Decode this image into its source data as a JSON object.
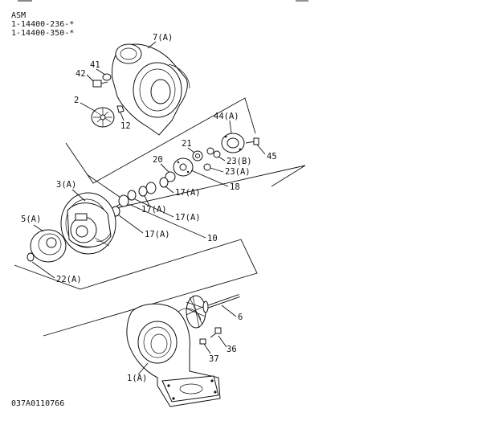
{
  "header": {
    "title": "ASM",
    "part_numbers": [
      "1-14400-236-*",
      "1-14400-350-*"
    ]
  },
  "footer": {
    "drawing_code": "037A0110766"
  },
  "callouts": {
    "c7": "7(A)",
    "c41": "41",
    "c42": "42",
    "c2": "2",
    "c12": "12",
    "c44": "44(A)",
    "c45": "45",
    "c21": "21",
    "c23b": "23(B)",
    "c23a": "23(A)",
    "c20": "20",
    "c18": "18",
    "c3": "3(A)",
    "c17a": "17(A)",
    "c17b": "17(A)",
    "c17c": "17(A)",
    "c17d": "17(A)",
    "c10": "10",
    "c5": "5(A)",
    "c22": "22(A)",
    "c6": "6",
    "c36": "36",
    "c37": "37",
    "c1": "1(A)"
  },
  "colors": {
    "ink": "#111111",
    "paper": "#ffffff"
  }
}
